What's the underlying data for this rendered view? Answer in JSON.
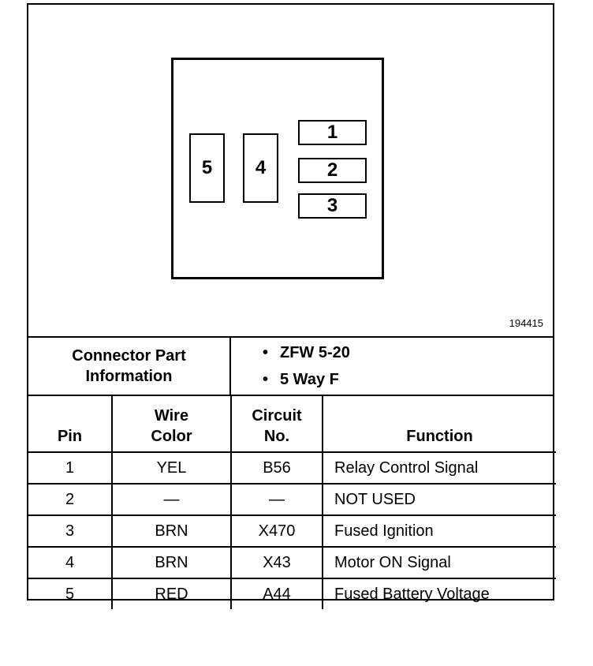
{
  "diagram": {
    "cavities": [
      {
        "pin": "1"
      },
      {
        "pin": "2"
      },
      {
        "pin": "3"
      },
      {
        "pin": "4"
      },
      {
        "pin": "5"
      }
    ],
    "figure_id": "194415"
  },
  "connector_info": {
    "label_line1": "Connector Part",
    "label_line2": "Information",
    "bullet": "•",
    "items": [
      "ZFW 5-20",
      "5 Way F"
    ]
  },
  "table": {
    "headers": {
      "pin": "Pin",
      "wire_line1": "Wire",
      "wire_line2": "Color",
      "circuit_line1": "Circuit",
      "circuit_line2": "No.",
      "function": "Function"
    },
    "rows": [
      {
        "pin": "1",
        "wire": "YEL",
        "circuit": "B56",
        "function": "Relay Control Signal"
      },
      {
        "pin": "2",
        "wire": "—",
        "circuit": "—",
        "function": "NOT USED"
      },
      {
        "pin": "3",
        "wire": "BRN",
        "circuit": "X470",
        "function": "Fused Ignition"
      },
      {
        "pin": "4",
        "wire": "BRN",
        "circuit": "X43",
        "function": "Motor ON Signal"
      },
      {
        "pin": "5",
        "wire": "RED",
        "circuit": "A44",
        "function": "Fused Battery Voltage"
      }
    ]
  }
}
